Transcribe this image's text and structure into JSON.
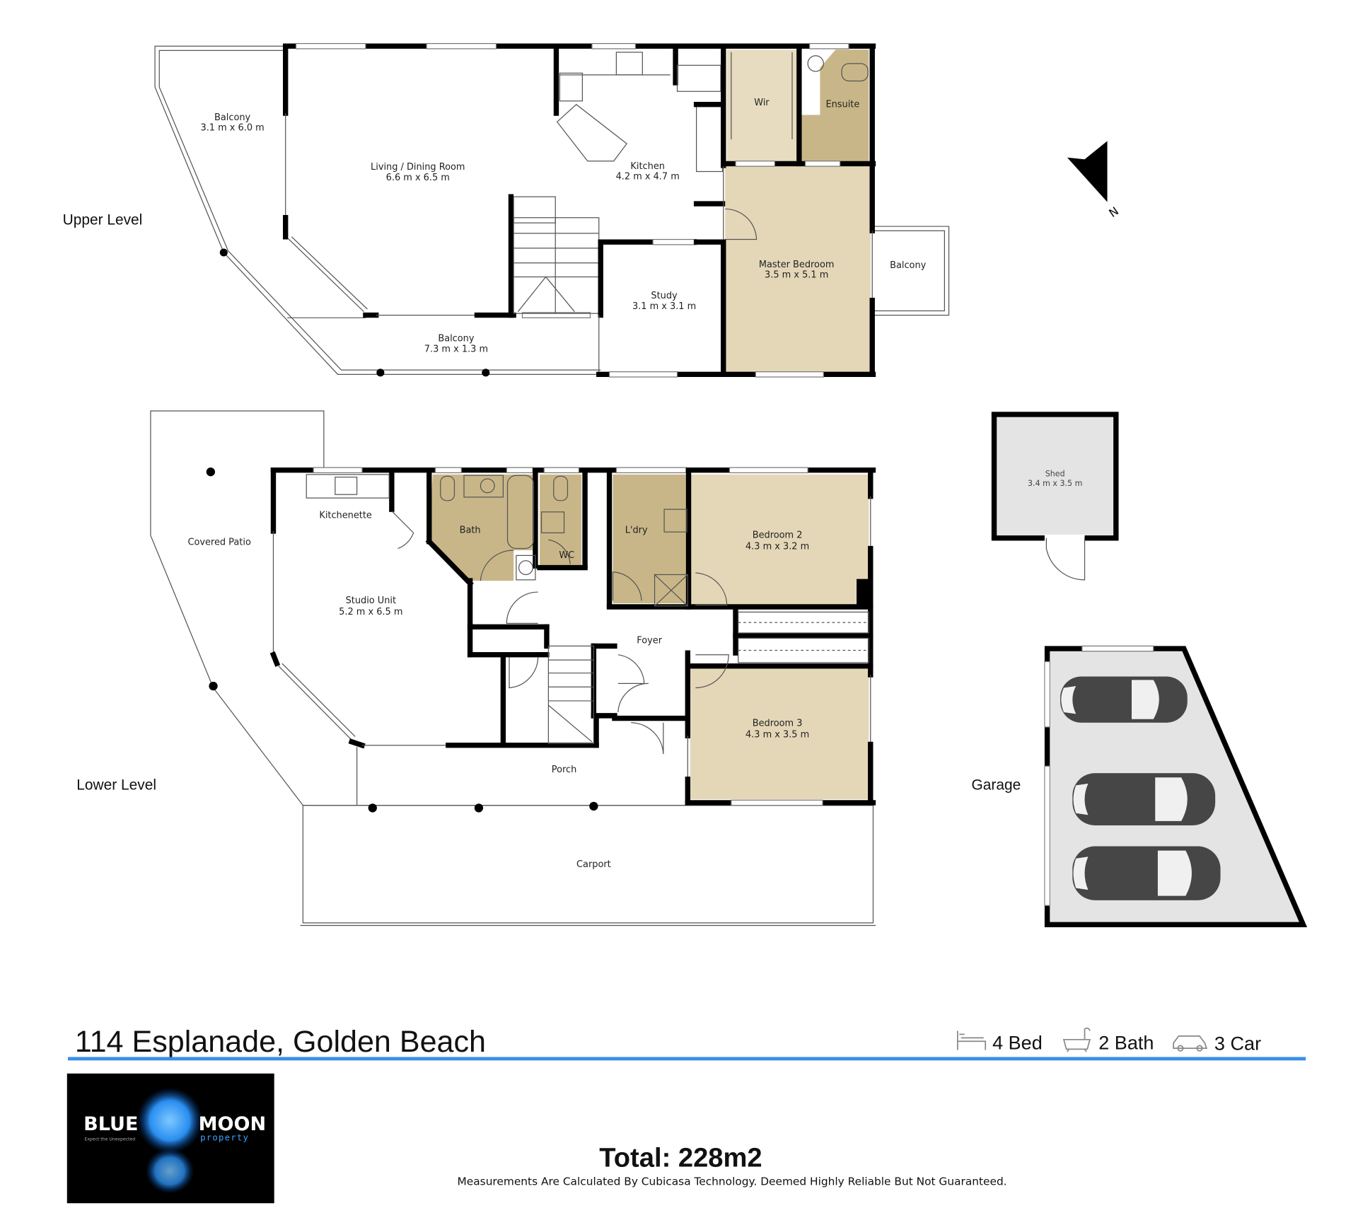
{
  "upper_level": {
    "label": "Upper Level",
    "rooms": {
      "balcony_west": {
        "name": "Balcony",
        "dims": "3.1 m x 6.0 m"
      },
      "living_dining": {
        "name": "Living / Dining Room",
        "dims": "6.6 m x 6.5 m"
      },
      "kitchen": {
        "name": "Kitchen",
        "dims": "4.2 m x 4.7 m"
      },
      "wir": {
        "name": "Wir"
      },
      "ensuite": {
        "name": "Ensuite"
      },
      "master_bedroom": {
        "name": "Master Bedroom",
        "dims": "3.5 m x 5.1 m"
      },
      "balcony_east": {
        "name": "Balcony"
      },
      "study": {
        "name": "Study",
        "dims": "3.1 m x 3.1 m"
      },
      "balcony_south": {
        "name": "Balcony",
        "dims": "7.3 m x 1.3 m"
      }
    }
  },
  "lower_level": {
    "label": "Lower Level",
    "rooms": {
      "covered_patio": {
        "name": "Covered Patio"
      },
      "kitchenette": {
        "name": "Kitchenette"
      },
      "bath": {
        "name": "Bath"
      },
      "wc": {
        "name": "WC"
      },
      "laundry": {
        "name": "L'dry"
      },
      "bedroom2": {
        "name": "Bedroom 2",
        "dims": "4.3 m x 3.2 m"
      },
      "studio_unit": {
        "name": "Studio Unit",
        "dims": "5.2 m x 6.5 m"
      },
      "foyer": {
        "name": "Foyer"
      },
      "bedroom3": {
        "name": "Bedroom 3",
        "dims": "4.3 m x 3.5 m"
      },
      "porch": {
        "name": "Porch"
      },
      "carport": {
        "name": "Carport"
      }
    }
  },
  "outbuildings": {
    "shed": {
      "name": "Shed",
      "dims": "3.4 m x 3.5 m"
    },
    "garage": {
      "label": "Garage"
    }
  },
  "compass": {
    "label": "N"
  },
  "footer": {
    "address": "114 Esplanade, Golden Beach",
    "stats": {
      "bed": "4 Bed",
      "bath": "2 Bath",
      "car": "3 Car"
    },
    "total": "Total: 228m2",
    "disclaimer": "Measurements Are Calculated By Cubicasa Technology. Deemed Highly Reliable But Not Guaranteed.",
    "logo": {
      "word1": "BLUE",
      "word2": "MOON",
      "sub": "property",
      "tagline": "Expect the Unexpected"
    }
  },
  "colors": {
    "accent_line": "#3b8ee8",
    "bedroom_fill": "#e4d7b8",
    "wet_fill": "#c9b688",
    "outbuilding_fill": "#e4e4e4",
    "car": "#464646"
  }
}
